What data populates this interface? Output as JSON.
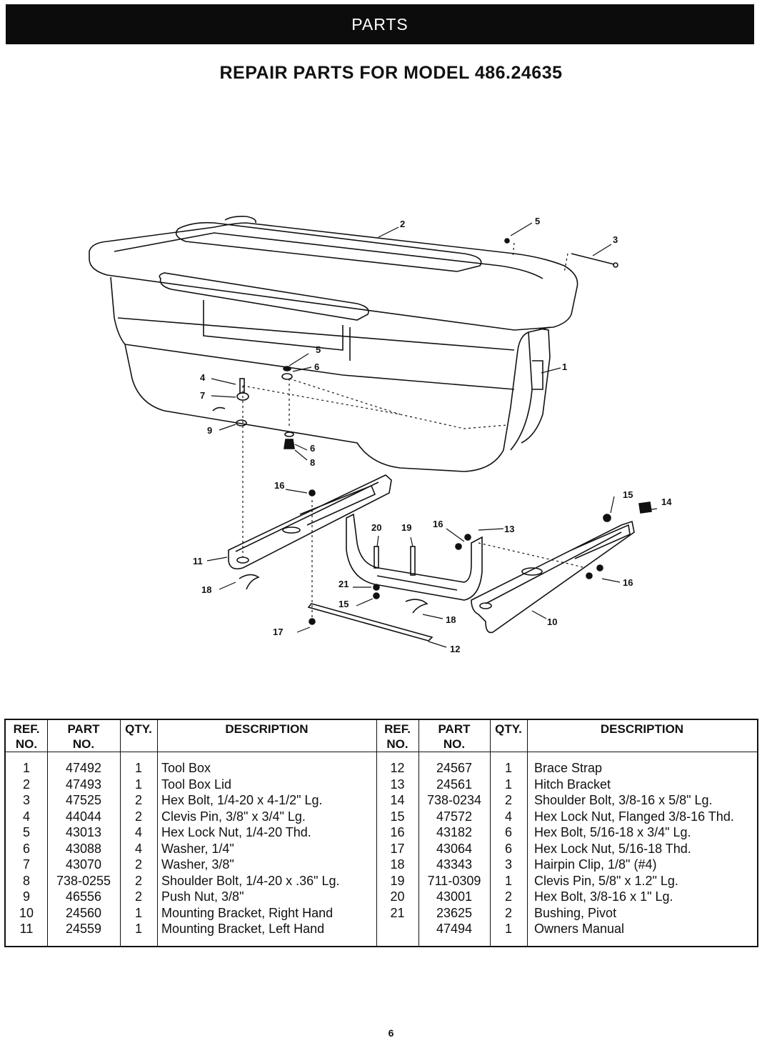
{
  "header": {
    "section": "PARTS"
  },
  "title": "REPAIR PARTS FOR MODEL 486.24635",
  "diagram": {
    "callouts": [
      "1",
      "2",
      "3",
      "4",
      "5",
      "5",
      "6",
      "6",
      "7",
      "8",
      "9",
      "10",
      "11",
      "12",
      "13",
      "14",
      "15",
      "15",
      "16",
      "16",
      "16",
      "17",
      "18",
      "18",
      "19",
      "20",
      "21"
    ]
  },
  "table": {
    "headers": {
      "ref": "REF.",
      "ref2": "NO.",
      "part": "PART",
      "part2": "NO.",
      "qty": "QTY.",
      "desc": "DESCRIPTION"
    },
    "left_rows": [
      {
        "ref": "1",
        "part": "47492",
        "qty": "1",
        "desc": "Tool Box"
      },
      {
        "ref": "2",
        "part": "47493",
        "qty": "1",
        "desc": "Tool Box Lid"
      },
      {
        "ref": "3",
        "part": "47525",
        "qty": "2",
        "desc": "Hex Bolt, 1/4-20 x 4-1/2\" Lg."
      },
      {
        "ref": "4",
        "part": "44044",
        "qty": "2",
        "desc": "Clevis Pin, 3/8\" x 3/4\" Lg."
      },
      {
        "ref": "5",
        "part": "43013",
        "qty": "4",
        "desc": "Hex Lock Nut, 1/4-20 Thd."
      },
      {
        "ref": "6",
        "part": "43088",
        "qty": "4",
        "desc": "Washer, 1/4\""
      },
      {
        "ref": "7",
        "part": "43070",
        "qty": "2",
        "desc": "Washer, 3/8\""
      },
      {
        "ref": "8",
        "part": "738-0255",
        "qty": "2",
        "desc": "Shoulder Bolt, 1/4-20 x .36\" Lg."
      },
      {
        "ref": "9",
        "part": "46556",
        "qty": "2",
        "desc": "Push Nut, 3/8\""
      },
      {
        "ref": "10",
        "part": "24560",
        "qty": "1",
        "desc": "Mounting Bracket, Right Hand"
      },
      {
        "ref": "11",
        "part": "24559",
        "qty": "1",
        "desc": "Mounting Bracket, Left Hand"
      }
    ],
    "right_rows": [
      {
        "ref": "12",
        "part": "24567",
        "qty": "1",
        "desc": "Brace Strap"
      },
      {
        "ref": "13",
        "part": "24561",
        "qty": "1",
        "desc": "Hitch Bracket"
      },
      {
        "ref": "14",
        "part": "738-0234",
        "qty": "2",
        "desc": "Shoulder Bolt, 3/8-16 x 5/8\" Lg."
      },
      {
        "ref": "15",
        "part": "47572",
        "qty": "4",
        "desc": "Hex Lock Nut, Flanged 3/8-16 Thd."
      },
      {
        "ref": "16",
        "part": "43182",
        "qty": "6",
        "desc": "Hex Bolt, 5/16-18 x 3/4\" Lg."
      },
      {
        "ref": "17",
        "part": "43064",
        "qty": "6",
        "desc": "Hex Lock Nut, 5/16-18 Thd."
      },
      {
        "ref": "18",
        "part": "43343",
        "qty": "3",
        "desc": "Hairpin Clip, 1/8\"  (#4)"
      },
      {
        "ref": "19",
        "part": "711-0309",
        "qty": "1",
        "desc": "Clevis Pin, 5/8\" x 1.2\" Lg."
      },
      {
        "ref": "20",
        "part": "43001",
        "qty": "2",
        "desc": "Hex Bolt, 3/8-16 x 1\" Lg."
      },
      {
        "ref": "21",
        "part": "23625",
        "qty": "2",
        "desc": "Bushing, Pivot"
      },
      {
        "ref": "",
        "part": "47494",
        "qty": "1",
        "desc": "Owners Manual"
      }
    ]
  },
  "page_number": "6"
}
